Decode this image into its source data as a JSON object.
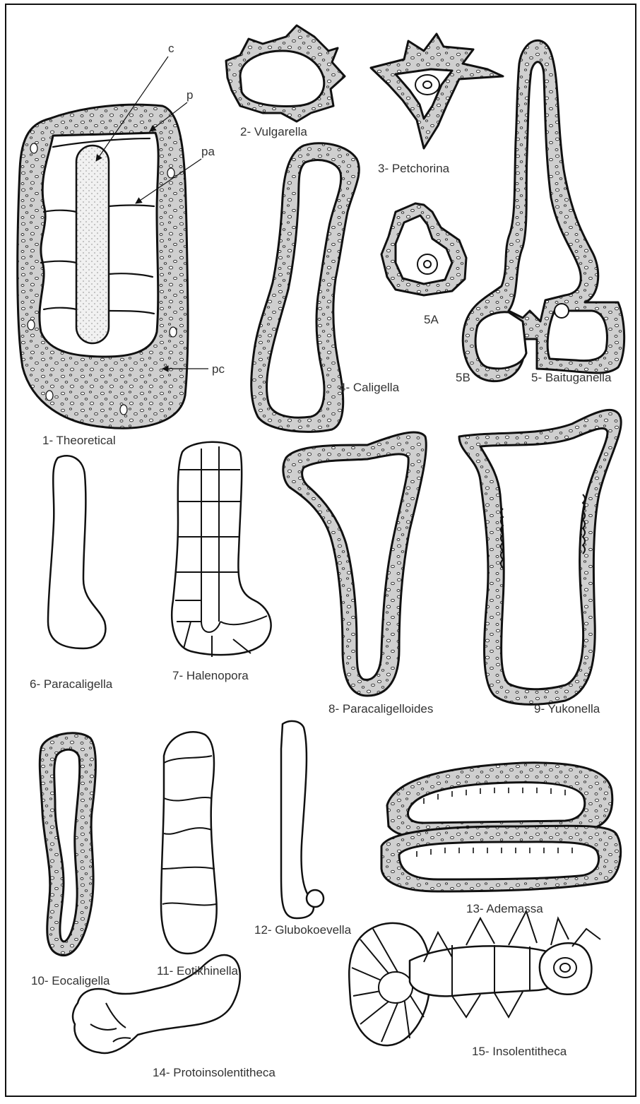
{
  "labels": {
    "c": "c",
    "p": "p",
    "pa": "pa",
    "pc": "pc",
    "theoretical": "1- Theoretical",
    "vulgarella": "2- Vulgarella",
    "petchorina": "3- Petchorina",
    "caligella": "4- Caligella",
    "fig5a": "5A",
    "fig5b": "5B",
    "baituganella": "5- Baituganella",
    "paracaligella": "6- Paracaligella",
    "halenopora": "7- Halenopora",
    "paracaligelloides": "8- Paracaligelloides",
    "yukonella": "9- Yukonella",
    "eocaligella": "10- Eocaligella",
    "eotikhinella": "11- Eotikhinella",
    "glubokoevella": "12- Glubokoevella",
    "ademassa": "13- Ademassa",
    "protoinsolentitheca": "14- Protoinsolentitheca",
    "insolentitheca": "15- Insolentitheca"
  }
}
